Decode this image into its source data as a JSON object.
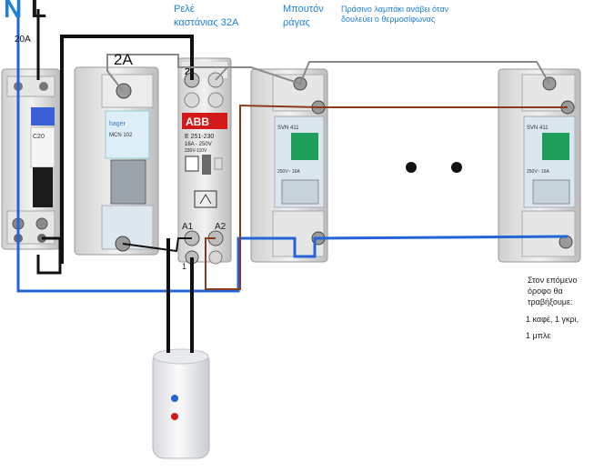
{
  "labels": {
    "neutral": "N",
    "line": "L",
    "main_breaker_rating": "20A",
    "small_breaker_rating": "2A",
    "relay_line1": "Ρελέ",
    "relay_line2": "καστάνιας 32Α",
    "button_line1": "Μπουτόν",
    "button_line2": "ράγας",
    "green_lamp_note": "Πράσινο λαμπάκι ανάβει όταν δουλεύει ο θερμοσίφωνας",
    "next_floor_note": "Στον επόμενο όροφο θα τραβήξουμε:",
    "cables_line1": "1 καφέ, 1 γκρι,",
    "cables_line2": "1 μπλε"
  },
  "relay_device": {
    "brand": "ABB",
    "model": "E 251-230",
    "rating": "16A - 250V",
    "coil": "230V-110V",
    "terminal_top": "2",
    "terminal_a1": "A1",
    "terminal_a2": "A2",
    "terminal_bottom": "1"
  },
  "breaker_device": {
    "brand": "hager",
    "model": "MCN 102"
  },
  "main_breaker_device": {
    "model": "C20"
  },
  "button_device": {
    "model": "SVN 411",
    "rating": "250V~ 16A"
  },
  "colors": {
    "neutral_wire": "#2563d6",
    "live_wire": "#111111",
    "brown_wire": "#8a3a1c",
    "grey_wire": "#8a8a8a",
    "green_lamp": "#1e9e5a",
    "label_blue": "#1e7fd6",
    "abb_red": "#d31a1a"
  },
  "icons": {
    "continuation": "ellipsis-dots-icon",
    "boiler": "water-heater-icon"
  }
}
